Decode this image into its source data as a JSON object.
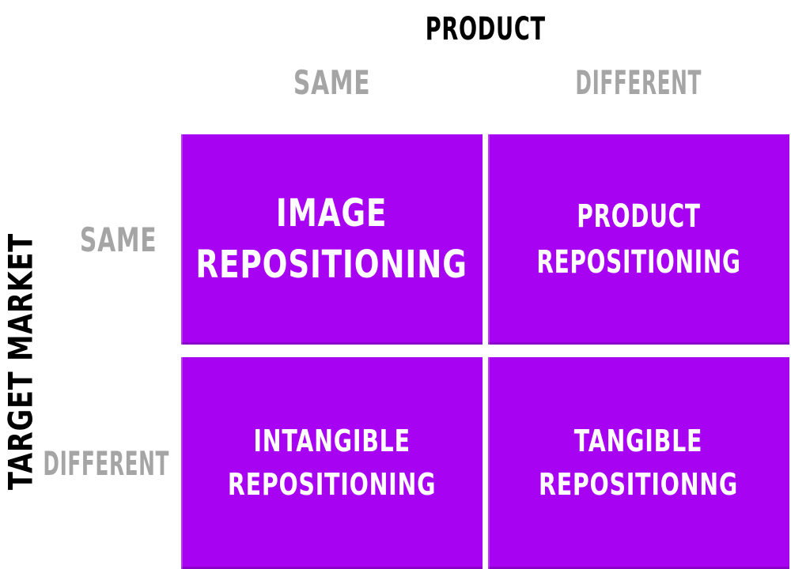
{
  "diagram": {
    "x_axis_title": "PRODUCT",
    "y_axis_title": "TARGET MARKET",
    "column_headers": [
      "SAME",
      "DIFFERENT"
    ],
    "row_headers": [
      "SAME",
      "DIFFERENT"
    ],
    "quadrants": [
      {
        "position": "top-left",
        "column": "SAME",
        "row": "SAME",
        "line1": "IMAGE",
        "line2": "REPOSITIONING"
      },
      {
        "position": "top-right",
        "column": "DIFFERENT",
        "row": "SAME",
        "line1": "PRODUCT",
        "line2": "REPOSITIONING"
      },
      {
        "position": "bottom-left",
        "column": "SAME",
        "row": "DIFFERENT",
        "line1": "INTANGIBLE",
        "line2": "REPOSITIONING"
      },
      {
        "position": "bottom-right",
        "column": "DIFFERENT",
        "row": "DIFFERENT",
        "line1": "TANGIBLE",
        "line2": "REPOSITIONNG"
      }
    ],
    "colors": {
      "quadrant_fill": "#A802F2",
      "header_gray": "#A5A5A5",
      "axis_title_black": "#000000",
      "quadrant_text": "#FFFFFF",
      "background": "#FFFFFF"
    }
  }
}
